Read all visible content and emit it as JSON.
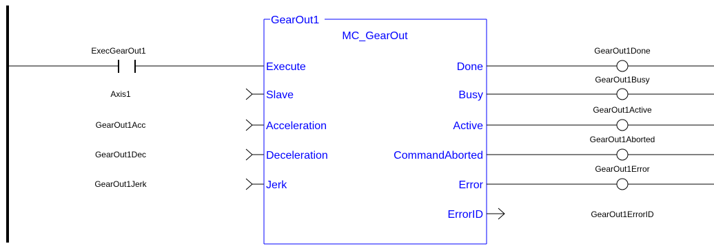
{
  "colors": {
    "wire": "#000000",
    "block": "#0000ff",
    "rail": "#000000",
    "background": "#ffffff"
  },
  "block": {
    "instance": "GearOut1",
    "type": "MC_GearOut",
    "inputs": [
      "Execute",
      "Slave",
      "Acceleration",
      "Deceleration",
      "Jerk"
    ],
    "outputs": [
      "Done",
      "Busy",
      "Active",
      "CommandAborted",
      "Error",
      "ErrorID"
    ]
  },
  "input_labels": {
    "contact": "ExecGearOut1",
    "slave": "Axis1",
    "acceleration": "GearOut1Acc",
    "deceleration": "GearOut1Dec",
    "jerk": "GearOut1Jerk"
  },
  "output_labels": {
    "done": "GearOut1Done",
    "busy": "GearOut1Busy",
    "active": "GearOut1Active",
    "command_aborted": "GearOut1Aborted",
    "error": "GearOut1Error",
    "error_id": "GearOut1ErrorID"
  },
  "icons": {
    "contact": "normally-open-contact-icon",
    "coil": "coil-icon",
    "input_arrow": "input-connector-icon",
    "output_arrow": "output-connector-icon"
  }
}
